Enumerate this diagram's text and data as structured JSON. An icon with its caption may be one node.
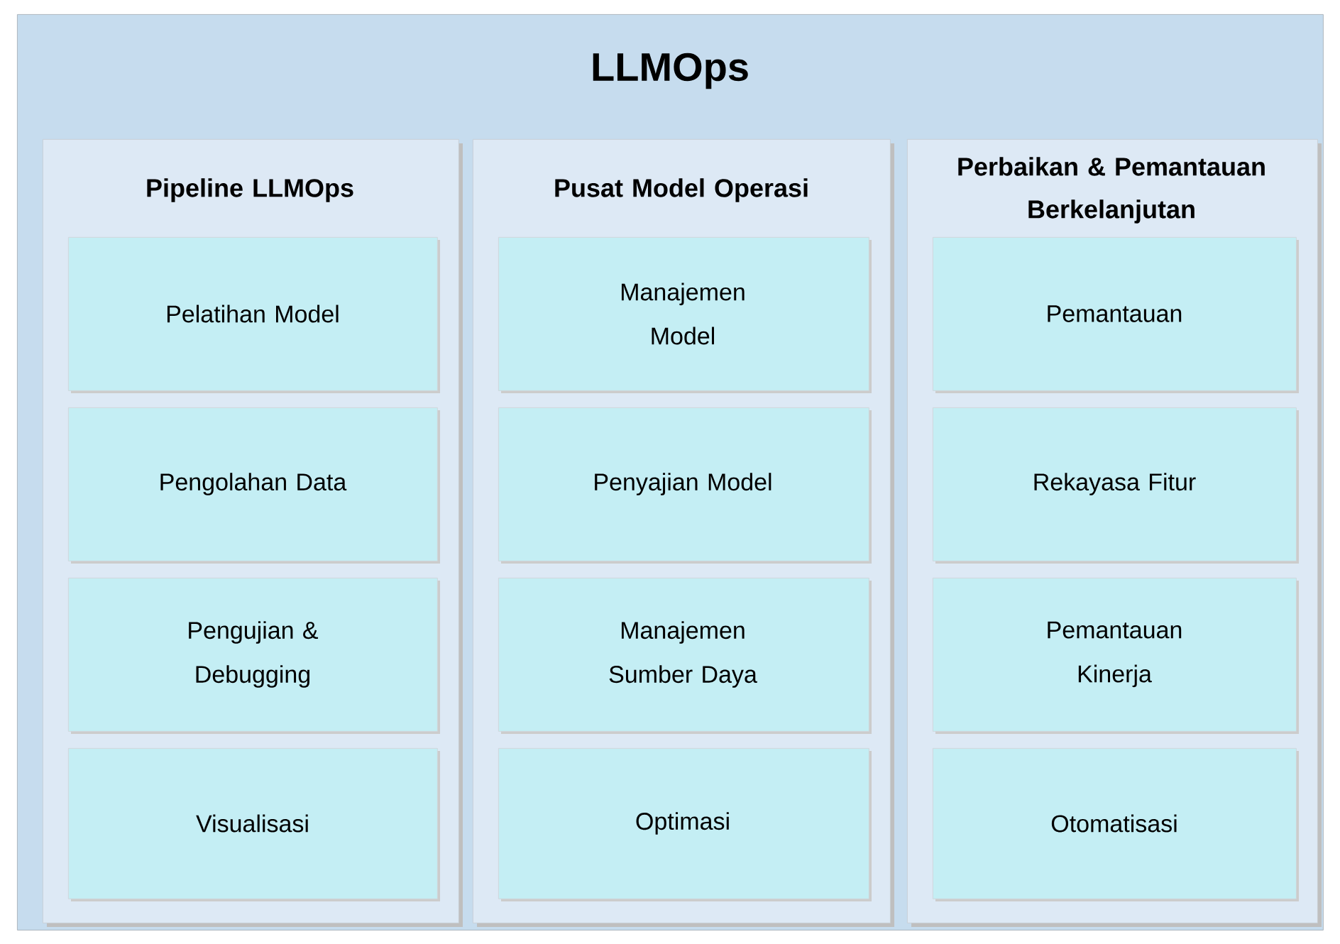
{
  "diagram": {
    "nodes": [
      {
        "text": [
          "LLMOps"
        ]
      },
      {
        "text": [
          "Pipeline LLMOps"
        ],
        "in": 0
      },
      {
        "text": [
          "Pelatihan Model"
        ],
        "in": 1
      },
      {
        "text": [
          "Pengolahan Data"
        ],
        "in": 1
      },
      {
        "text": [
          "Pengujian & Debugging"
        ],
        "in": 1
      },
      {
        "text": [
          "Visualisasi"
        ],
        "in": 1
      },
      {
        "text": [
          "Pusat Model Operasi"
        ],
        "in": 0
      },
      {
        "text": [
          "Manajemen Model"
        ],
        "in": 6
      },
      {
        "text": [
          "Penyajian Model"
        ],
        "in": 6
      },
      {
        "text": [
          "Manajemen Sumber Daya"
        ],
        "in": 6
      },
      {
        "text": [
          "Optimasi"
        ],
        "in": 6
      },
      {
        "text": [
          "Perbaikan & Pemantauan Berkelanjutan"
        ],
        "in": 0
      },
      {
        "text": [
          "Pemantauan"
        ],
        "in": 11
      },
      {
        "text": [
          "Rekayasa Fitur"
        ],
        "in": 11
      },
      {
        "text": [
          "Pemantauan Kinerja"
        ],
        "in": 11
      },
      {
        "text": [
          "Otomatisasi"
        ],
        "in": 11
      }
    ]
  }
}
